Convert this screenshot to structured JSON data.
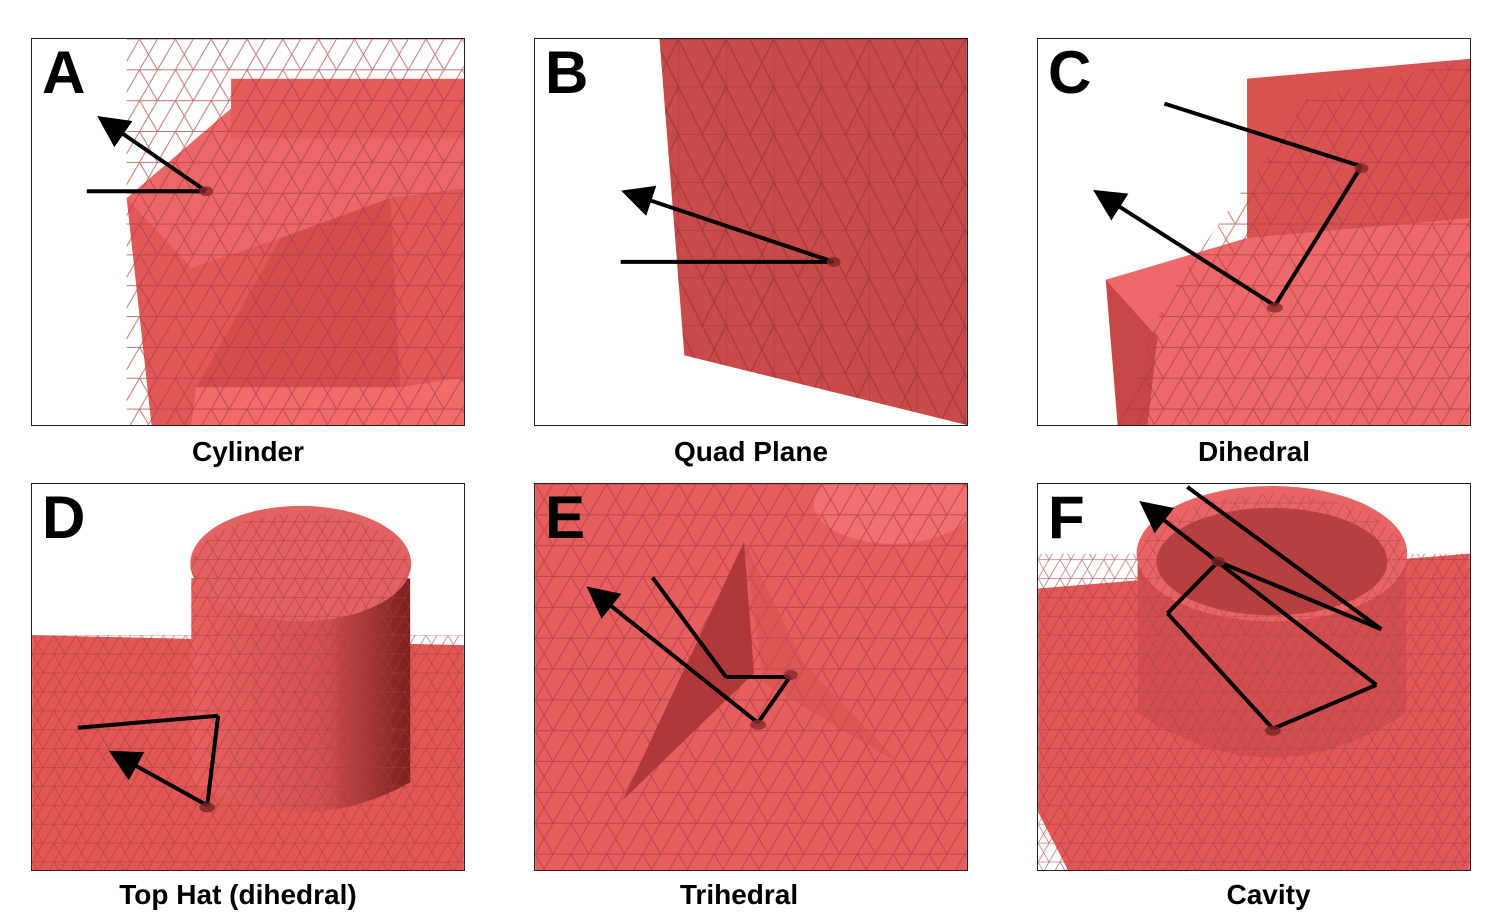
{
  "panels": [
    {
      "letter": "A",
      "caption": "Cylinder"
    },
    {
      "letter": "B",
      "caption": "Quad Plane"
    },
    {
      "letter": "C",
      "caption": "Dihedral"
    },
    {
      "letter": "D",
      "caption": "Top Hat (dihedral)"
    },
    {
      "letter": "E",
      "caption": "Trihedral"
    },
    {
      "letter": "F",
      "caption": "Cavity"
    }
  ],
  "colors": {
    "mesh_face": "#e05a5a",
    "mesh_face_light": "#f06a6a",
    "mesh_face_dark": "#b84444",
    "mesh_edge": "#a83c3c",
    "ray": "#000000",
    "border": "#222222"
  }
}
